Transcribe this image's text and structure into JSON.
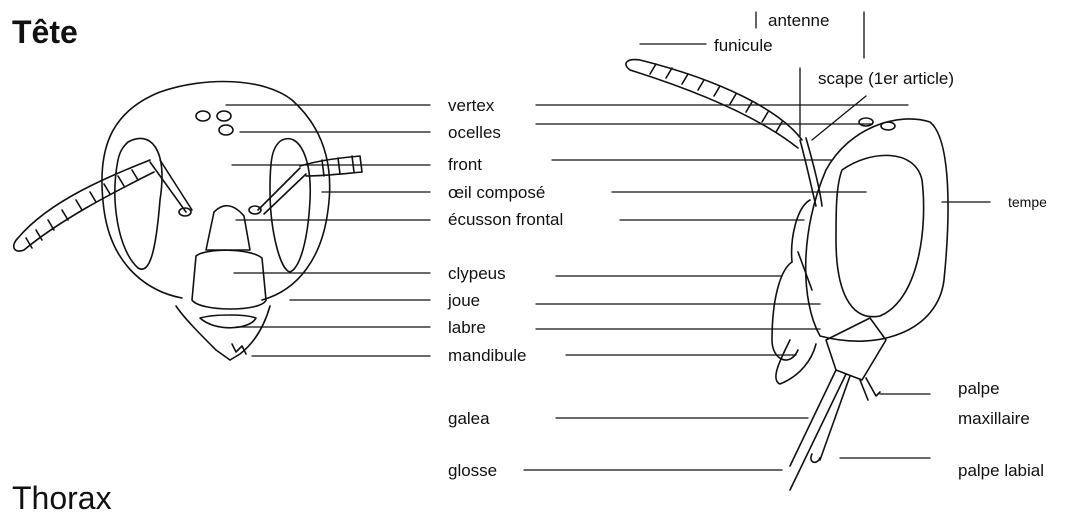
{
  "section_title": "Tête",
  "next_section_title": "Thorax",
  "labels": {
    "vertex": "vertex",
    "ocelles": "ocelles",
    "front": "front",
    "oeil": "œil composé",
    "ecusson": "écusson frontal",
    "clypeus": "clypeus",
    "joue": "joue",
    "labre": "labre",
    "mandibule": "mandibule",
    "galea": "galea",
    "glosse": "glosse",
    "antenne": "antenne",
    "funicule": "funicule",
    "scape": "scape (1er article)",
    "tempe": "tempe",
    "palpe_maxillaire_1": "palpe",
    "palpe_maxillaire_2": "maxillaire",
    "palpe_labial": "palpe labial"
  }
}
